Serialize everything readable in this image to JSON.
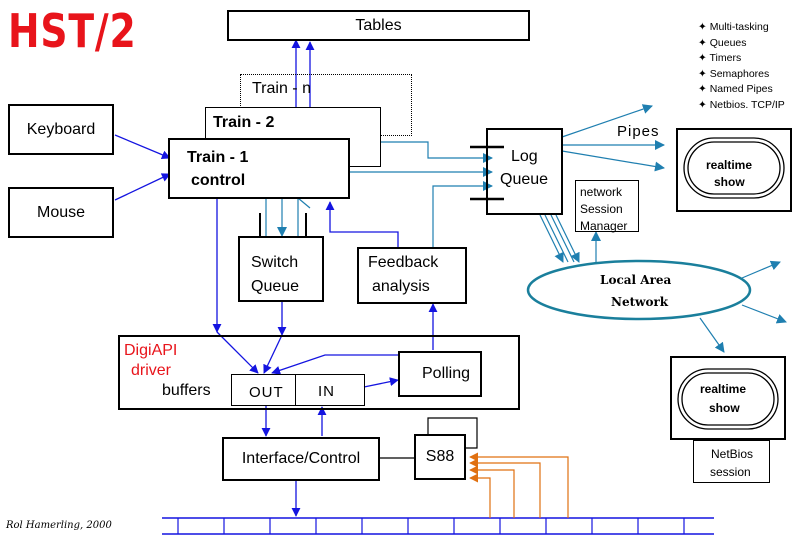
{
  "logo": "HST/2",
  "features": [
    "Multi-tasking",
    "Queues",
    "Timers",
    "Semaphores",
    "Named Pipes",
    "Netbios. TCP/IP"
  ],
  "tables": "Tables",
  "train_n": "Train - n",
  "train_2": "Train - 2",
  "train_1": [
    "Train - 1",
    "control"
  ],
  "keyboard": "Keyboard",
  "mouse": "Mouse",
  "log_queue": [
    "Log",
    "Queue"
  ],
  "pipes": "Pipes",
  "realtime_show_1": [
    "realtime",
    "show"
  ],
  "network_session_manager": [
    "network",
    "Session",
    "Manager"
  ],
  "lan": [
    "Local Area",
    "Network"
  ],
  "realtime_show_2": [
    "realtime",
    "show"
  ],
  "netbios_session": [
    "NetBios",
    "session"
  ],
  "switch_queue": [
    "Switch",
    "Queue"
  ],
  "feedback_analysis": [
    "Feedback",
    "analysis"
  ],
  "digiapi_driver": [
    "DigiAPI",
    "driver"
  ],
  "buffers": "buffers",
  "out": "OUT",
  "in": "IN",
  "polling": "Polling",
  "interface_control": "Interface/Control",
  "s88": "S88",
  "signature": "Rol Hamerling, 2000",
  "colors": {
    "logo": "#e8141b",
    "arrow": "#1f7fb0",
    "link": "#1414e0",
    "bus": "#1414e0",
    "lan": "#1a7f9c",
    "sensor": "#e07010",
    "driver_label": "#e8141b"
  }
}
